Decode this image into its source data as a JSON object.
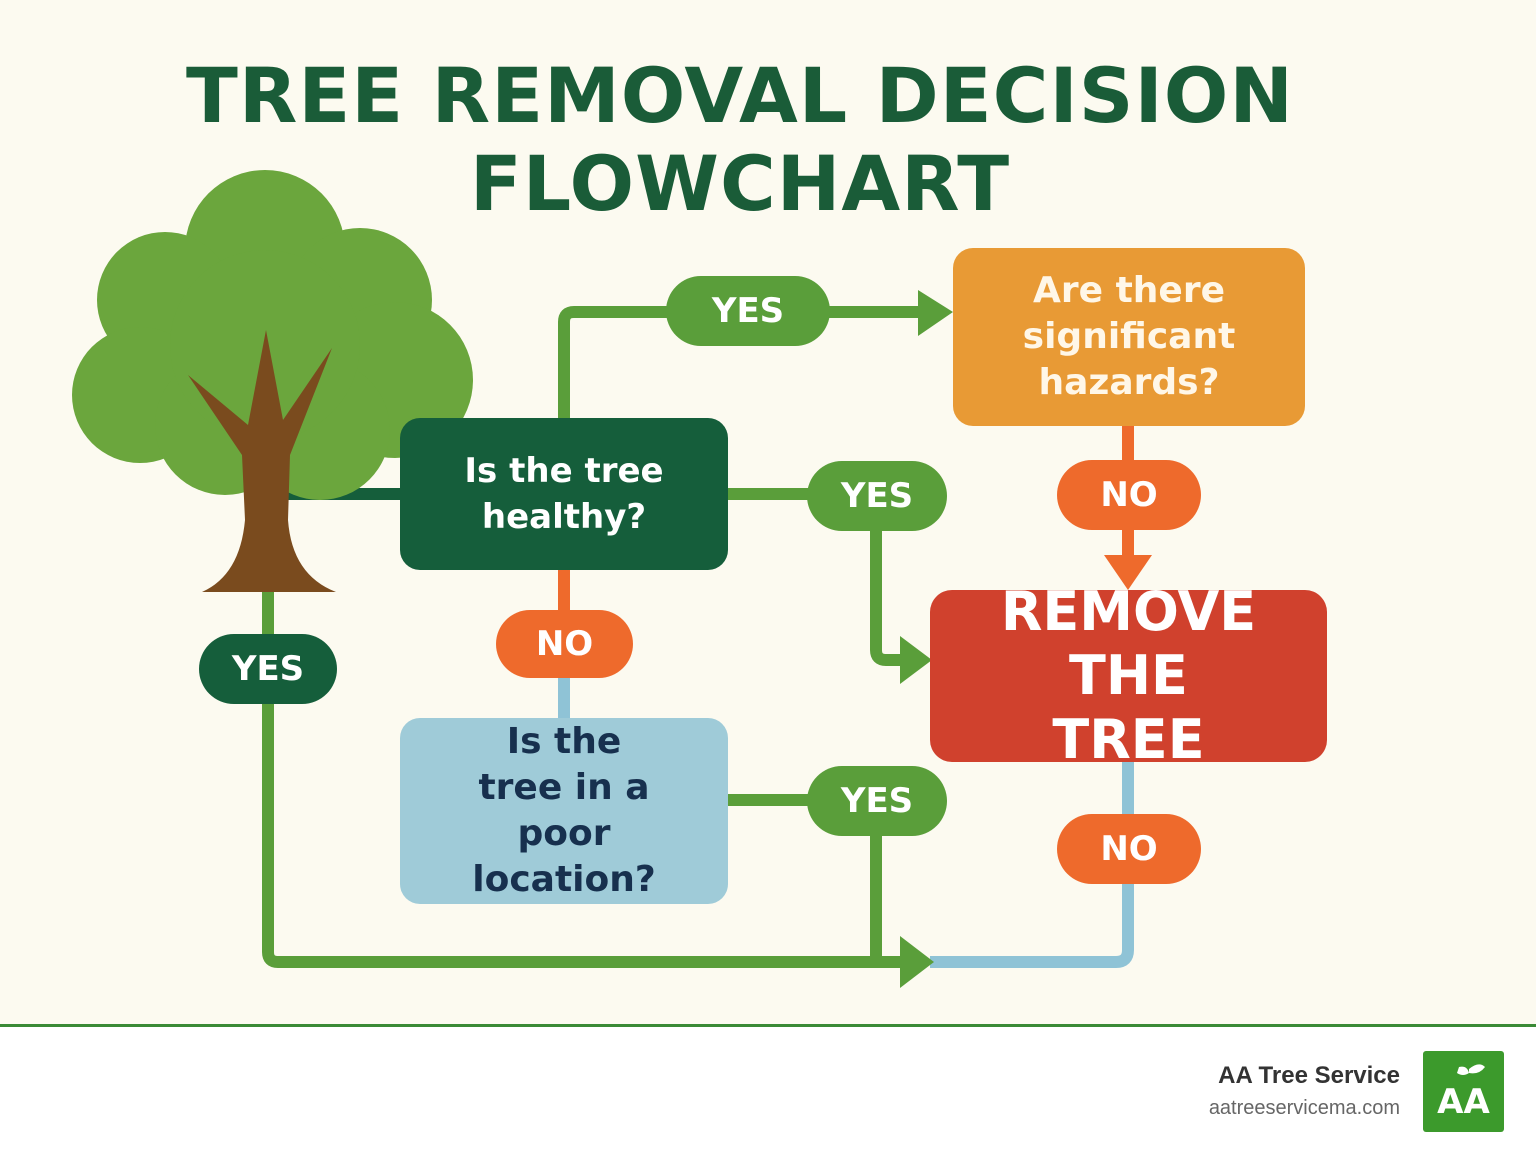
{
  "title": "TREE REMOVAL DECISION FLOWCHART",
  "nodes": {
    "healthy": "Is the tree healthy?",
    "hazards": "Are there significant hazards?",
    "location": "Is the tree in a poor location?",
    "remove": "REMOVE THE TREE"
  },
  "edge_labels": {
    "healthy_yes_top": "YES",
    "healthy_yes_right": "YES",
    "healthy_no": "NO",
    "hazards_no": "NO",
    "location_yes": "YES",
    "remove_no": "NO",
    "tree_yes": "YES"
  },
  "footer": {
    "brand": "AA Tree Service",
    "url": "aatreeservicema.com",
    "logo_text": "AA"
  },
  "colors": {
    "background": "#fcfaf0",
    "title": "#1a5c38",
    "dark_green": "#155e3b",
    "light_green": "#5a9e3a",
    "orange": "#e89a35",
    "orange_red": "#ee6a2c",
    "red": "#d0412d",
    "light_blue": "#9fcbd8",
    "leaf_green": "#6ba63d",
    "trunk_brown": "#7a4b1e"
  },
  "icons": [
    "tree-icon",
    "leaf-logo-icon"
  ]
}
